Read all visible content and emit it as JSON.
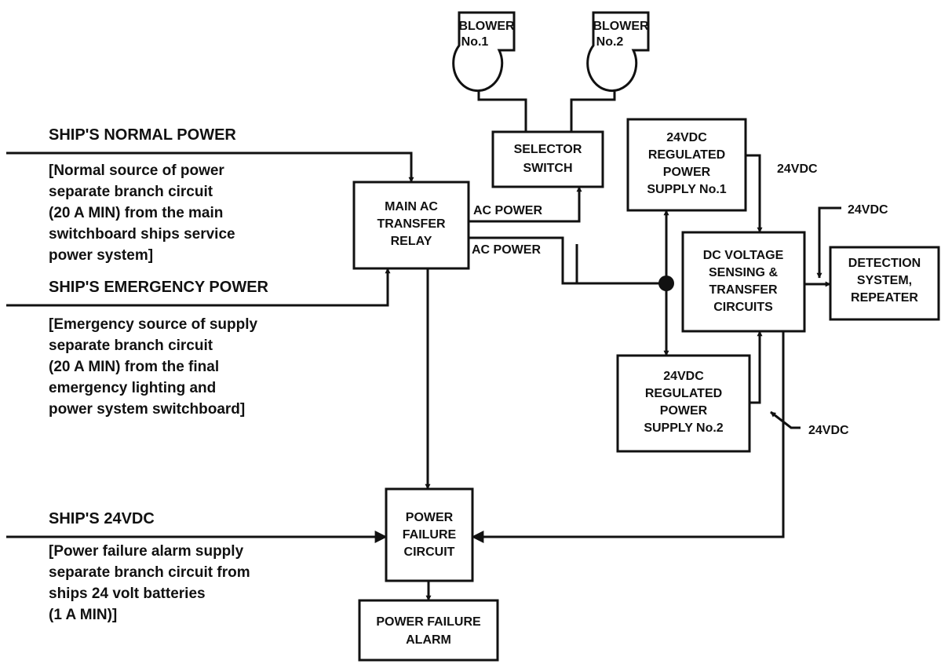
{
  "sources": {
    "normal": {
      "title": "SHIP'S NORMAL POWER",
      "note": [
        "[Normal source of power",
        "separate branch circuit",
        "(20 A MIN) from the main",
        "switchboard ships service",
        "power system]"
      ]
    },
    "emergency": {
      "title": "SHIP'S EMERGENCY POWER",
      "note": [
        "[Emergency source of supply",
        "separate branch circuit",
        "(20 A MIN) from the final",
        "emergency lighting and",
        "power system switchboard]"
      ]
    },
    "dc": {
      "title": "SHIP'S 24VDC",
      "note": [
        "[Power failure alarm supply",
        "separate branch circuit from",
        "ships 24 volt batteries",
        "(1 A MIN)]"
      ]
    }
  },
  "blocks": {
    "blower1": [
      "BLOWER",
      "No.1"
    ],
    "blower2": [
      "BLOWER",
      "No.2"
    ],
    "selector": [
      "SELECTOR",
      "SWITCH"
    ],
    "relay": [
      "MAIN AC",
      "TRANSFER",
      "RELAY"
    ],
    "psu1": [
      "24VDC",
      "REGULATED",
      "POWER",
      "SUPPLY No.1"
    ],
    "psu2": [
      "24VDC",
      "REGULATED",
      "POWER",
      "SUPPLY No.2"
    ],
    "dcsense": [
      "DC VOLTAGE",
      "SENSING &",
      "TRANSFER",
      "CIRCUITS"
    ],
    "detection": [
      "DETECTION",
      "SYSTEM,",
      "REPEATER"
    ],
    "pfc": [
      "POWER",
      "FAILURE",
      "CIRCUIT"
    ],
    "alarm": [
      "POWER FAILURE",
      "ALARM"
    ]
  },
  "labels": {
    "ac_power_1": "AC POWER",
    "ac_power_2": "AC POWER",
    "vdc_psu1": "24VDC",
    "vdc_detect": "24VDC",
    "vdc_psu2": "24VDC"
  }
}
